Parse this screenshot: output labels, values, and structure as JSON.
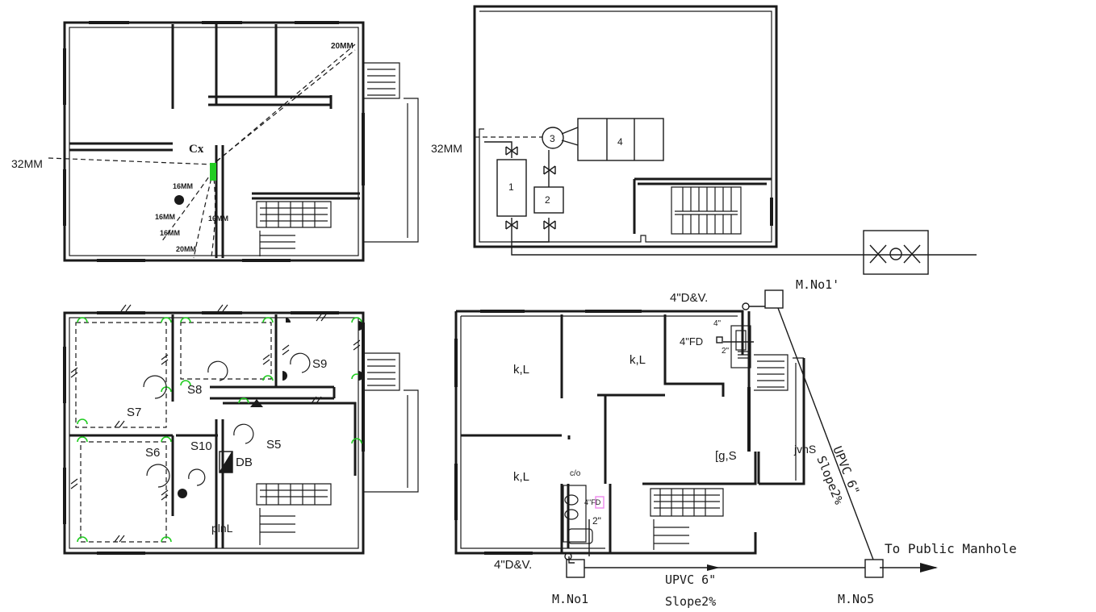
{
  "colors": {
    "line": "#1a1a1a",
    "accent_green": "#22cc22",
    "accent_pink": "#ee88ee"
  },
  "water_plan": {
    "labels": {
      "main_size": "32MM",
      "cx": "Cx",
      "pipe_20_top": "20MM",
      "pipe_16_a": "16MM",
      "pipe_16_b": "16MM",
      "pipe_16_c": "16MM",
      "pipe_16_d": "16MM",
      "pipe_20_bottom": "20MM"
    }
  },
  "pump_plan": {
    "labels": {
      "main_size": "32MM",
      "tank_1": "1",
      "tank_2": "2",
      "pump_3": "3",
      "unit_4": "4"
    }
  },
  "electrical_plan": {
    "labels": {
      "s5": "S5",
      "s6": "S6",
      "s7": "S7",
      "s8": "S8",
      "s9": "S9",
      "s10": "S10",
      "db": "DB",
      "plinth": "plnL"
    }
  },
  "drainage_plan": {
    "labels": {
      "room_kl_1": "k,L",
      "room_kl_2": "k,L",
      "room_kl_3": "k,L",
      "room_gs": "[g,S",
      "room_jvhs": "jvhS",
      "co": "c/o",
      "dv_top": "4\"D&V.",
      "dv_bottom": "4\"D&V.",
      "fd_top": "4\"FD",
      "fd_small": "4\"FD",
      "pipe_4": "4\"",
      "pipe_2_top": "2\"",
      "pipe_2_bottom": "2\"",
      "manhole_top": "M.No1'",
      "manhole_bottom_left": "M.No1",
      "manhole_bottom_right": "M.No5",
      "diag_pipe": "UPVC 6\"",
      "diag_slope": "Slope2%",
      "bottom_pipe": "UPVC 6\"",
      "bottom_slope": "Slope2%",
      "to_public": "To Public Manhole"
    }
  }
}
